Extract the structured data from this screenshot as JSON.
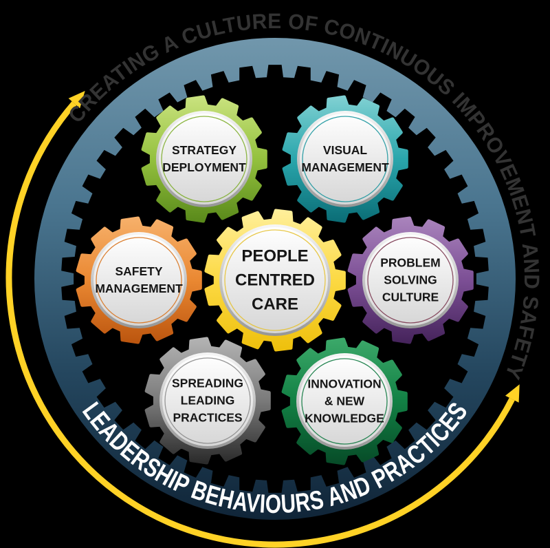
{
  "diagram": {
    "title": "People Centred Care gears diagram",
    "background_color": "#000000",
    "arcs": {
      "top": {
        "text": "CREATING A CULTURE OF CONTINUOUS IMPROVEMENT AND SAFETY",
        "color": "#333333"
      },
      "bottom": {
        "text": "LEADERSHIP BEHAVIOURS AND PRACTICES",
        "color": "#ffffff"
      }
    },
    "ring": {
      "name": "outer-gear-ring",
      "gradient_stops": [
        "#7197ac",
        "#4a758f",
        "#24465e",
        "#102538"
      ]
    },
    "arrow": {
      "name": "cycle-arrow",
      "color": "#FFD226"
    },
    "gears": [
      {
        "id": "people-centred-care",
        "label_lines": [
          "PEOPLE",
          "CENTRED",
          "CARE"
        ],
        "colors": {
          "light": "#ffef9a",
          "mid": "#fcd943",
          "dark": "#eec00d"
        },
        "accent": "#e5c235"
      },
      {
        "id": "strategy-deployment",
        "label_lines": [
          "STRATEGY",
          "DEPLOYMENT"
        ],
        "colors": {
          "light": "#c9e27e",
          "mid": "#94c13e",
          "dark": "#5a8a1b"
        },
        "accent": "#7fae2f"
      },
      {
        "id": "visual-management",
        "label_lines": [
          "VISUAL",
          "MANAGEMENT"
        ],
        "colors": {
          "light": "#7fd0d2",
          "mid": "#2aa6ac",
          "dark": "#0b6e77"
        },
        "accent": "#1d979e"
      },
      {
        "id": "safety-management",
        "label_lines": [
          "SAFETY",
          "MANAGEMENT"
        ],
        "colors": {
          "light": "#f6b06a",
          "mid": "#ea8832",
          "dark": "#bc560f"
        },
        "accent": "#d8741f"
      },
      {
        "id": "problem-solving-culture",
        "label_lines": [
          "PROBLEM",
          "SOLVING",
          "CULTURE"
        ],
        "colors": {
          "light": "#a983bc",
          "mid": "#7c4f95",
          "dark": "#46245c"
        },
        "accent": "#7d3b52"
      },
      {
        "id": "spreading-leading-practices",
        "label_lines": [
          "SPREADING",
          "LEADING",
          "PRACTICES"
        ],
        "colors": {
          "light": "#b3b3b3",
          "mid": "#7a7a7a",
          "dark": "#2b2b2b"
        },
        "accent": "#8c8c8c"
      },
      {
        "id": "innovation-new-knowledge",
        "label_lines": [
          "INNOVATION",
          "& NEW",
          "KNOWLEDGE"
        ],
        "colors": {
          "light": "#3ba869",
          "mid": "#128044",
          "dark": "#074c28"
        },
        "accent": "#117a41"
      }
    ],
    "face_colors": {
      "rim_light": "#f7f7f7",
      "rim_dark": "#969696",
      "face_light": "#ffffff",
      "face_dark": "#d6d6d6"
    }
  }
}
